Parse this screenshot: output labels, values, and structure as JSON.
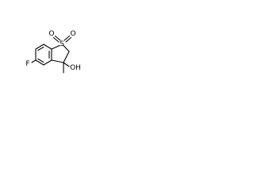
{
  "molecule": {
    "atoms": {
      "fluorine": "F",
      "sulfur": "S",
      "oxygen_left": "O",
      "oxygen_right": "O",
      "hydroxyl": "OH"
    }
  },
  "colors": {
    "bond": "#000000",
    "label": "#000000",
    "background": "#ffffff"
  }
}
